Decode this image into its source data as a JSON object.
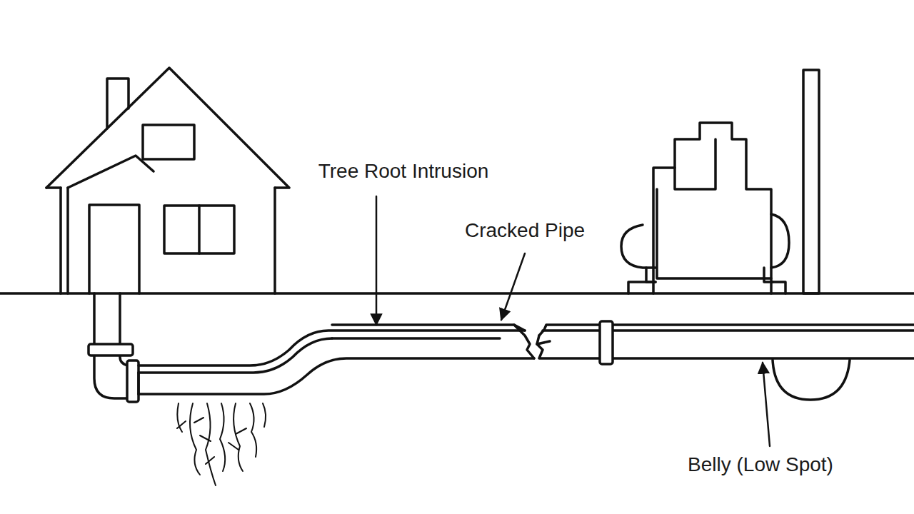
{
  "diagram": {
    "labels": [
      "Tree Root Intrusion",
      "Cracked Pipe",
      "Belly (Low Spot)"
    ]
  }
}
